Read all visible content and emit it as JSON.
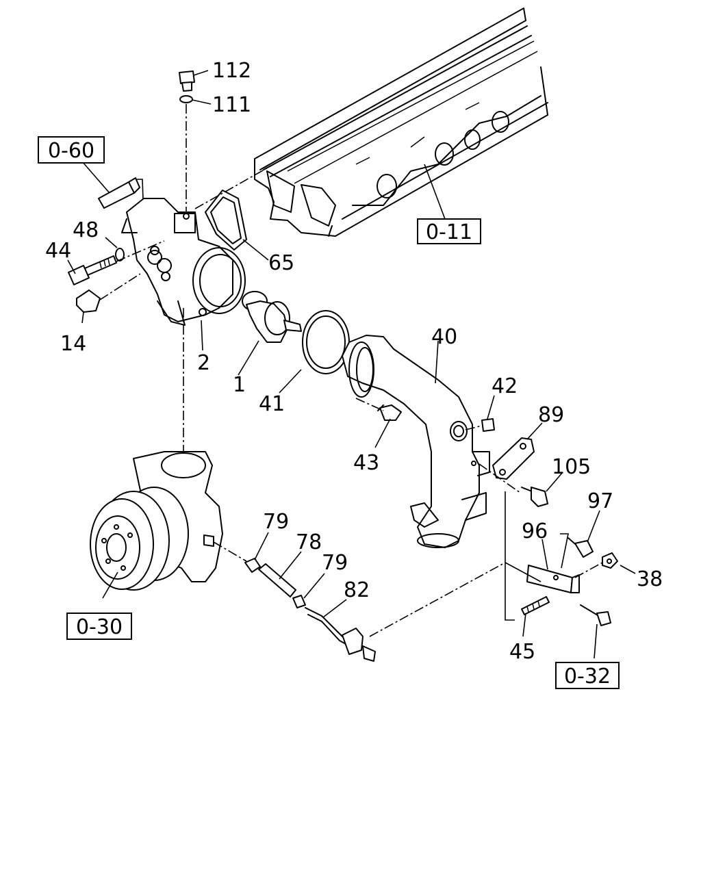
{
  "part_labels": [
    {
      "id": "112",
      "text": "112"
    },
    {
      "id": "111",
      "text": "111"
    },
    {
      "id": "65",
      "text": "65"
    },
    {
      "id": "48",
      "text": "48"
    },
    {
      "id": "44",
      "text": "44"
    },
    {
      "id": "14",
      "text": "14"
    },
    {
      "id": "2",
      "text": "2"
    },
    {
      "id": "1",
      "text": "1"
    },
    {
      "id": "41",
      "text": "41"
    },
    {
      "id": "40",
      "text": "40"
    },
    {
      "id": "42",
      "text": "42"
    },
    {
      "id": "43",
      "text": "43"
    },
    {
      "id": "89",
      "text": "89"
    },
    {
      "id": "105",
      "text": "105"
    },
    {
      "id": "97",
      "text": "97"
    },
    {
      "id": "96",
      "text": "96"
    },
    {
      "id": "38",
      "text": "38"
    },
    {
      "id": "45",
      "text": "45"
    },
    {
      "id": "79a",
      "text": "79"
    },
    {
      "id": "78",
      "text": "78"
    },
    {
      "id": "79b",
      "text": "79"
    },
    {
      "id": "82",
      "text": "82"
    }
  ],
  "section_refs": [
    {
      "id": "0-60",
      "text": "0-60"
    },
    {
      "id": "0-11",
      "text": "0-11"
    },
    {
      "id": "0-30",
      "text": "0-30"
    },
    {
      "id": "0-32",
      "text": "0-32"
    }
  ]
}
